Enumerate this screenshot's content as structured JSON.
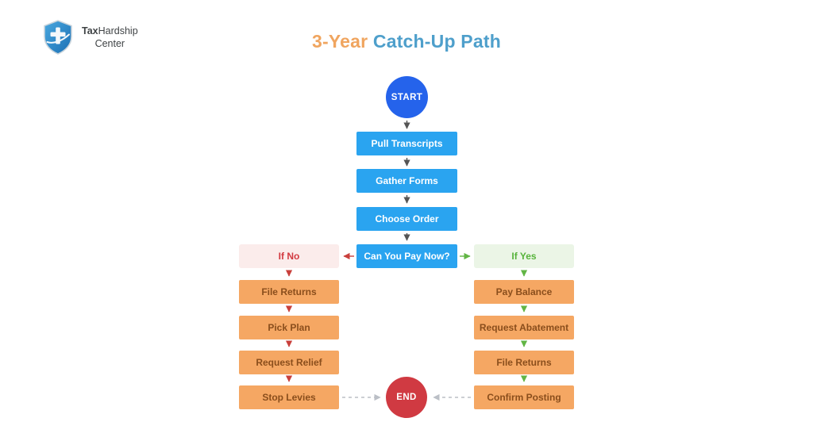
{
  "logo": {
    "brand_bold": "Tax",
    "brand_regular": "Hardship",
    "brand_line2": "Center"
  },
  "title": {
    "accent": "3-Year",
    "rest": " Catch-Up Path"
  },
  "flow": {
    "start_label": "START",
    "end_label": "END",
    "main_steps": [
      "Pull Transcripts",
      "Gather Forms",
      "Choose Order",
      "Can You Pay Now?"
    ],
    "no_branch": {
      "label": "If No",
      "steps": [
        "File Returns",
        "Pick Plan",
        "Request Relief",
        "Stop Levies"
      ]
    },
    "yes_branch": {
      "label": "If Yes",
      "steps": [
        "Pay Balance",
        "Request Abatement",
        "File Returns",
        "Confirm Posting"
      ]
    }
  },
  "colors": {
    "title_accent": "#F0A55F",
    "title_main": "#4E9FCB",
    "process_blue": "#2AA4F0",
    "start_blue": "#2563EB",
    "end_red": "#D03A42",
    "step_orange": "#F5A763",
    "step_orange_text": "#8A4E1C",
    "no_bg": "#FBECEB",
    "no_text": "#D23940",
    "yes_bg": "#EBF5E6",
    "yes_text": "#57B33B",
    "arrow_gray": "#555555",
    "arrow_red": "#C9403C",
    "arrow_green": "#62B545",
    "arrow_dashed": "#BBBFC6",
    "logo_shield_light": "#4AA8DF",
    "logo_shield_dark": "#1B6FB4",
    "logo_text": "#3F4345"
  }
}
